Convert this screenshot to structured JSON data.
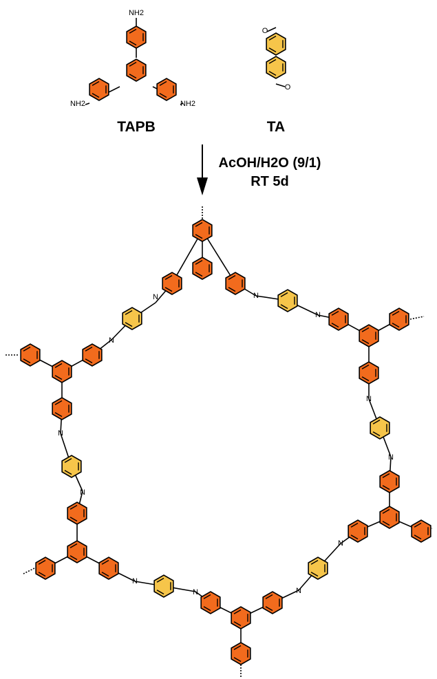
{
  "reactants": {
    "tapb": {
      "label": "TAPB",
      "amine_label": "NH2"
    },
    "ta": {
      "label": "TA",
      "oxygen_label": "O"
    }
  },
  "conditions": {
    "line1": "AcOH/H2O (9/1)",
    "line2": "RT 5d"
  },
  "product": {
    "imine_label": "N"
  },
  "colors": {
    "tapb_ring": "#f26b1d",
    "ta_ring": "#f6c54a",
    "bond": "#000000"
  }
}
